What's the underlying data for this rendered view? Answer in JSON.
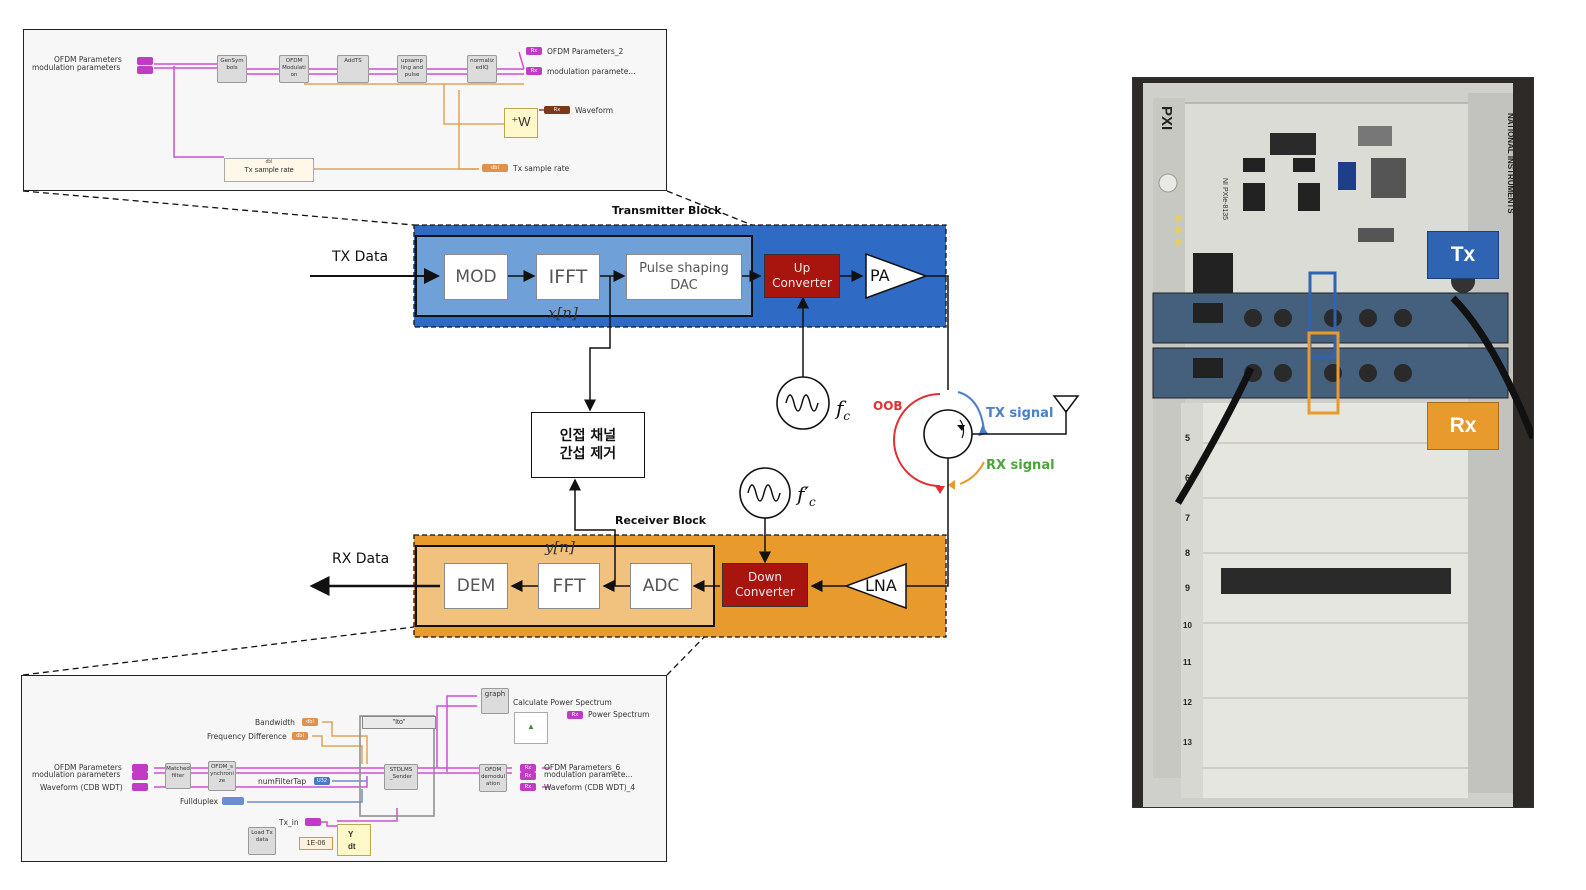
{
  "tx_vi": {
    "inputs": [
      "OFDM Parameters",
      "modulation parameters"
    ],
    "nodes": [
      "GenSym bols",
      "OFDM Modulati on",
      "AddTS",
      "upsamp ling and pulse",
      "normaliz edIQ"
    ],
    "outputs": [
      "OFDM Parameters_2",
      "modulation paramete...",
      "Waveform",
      "Tx sample rate"
    ],
    "sample_rate_control": "Tx sample rate",
    "sample_rate_control_badge": "dbl",
    "terminal_badges": [
      "Rx",
      "Rx",
      "Rx",
      "Rx",
      "dbl"
    ]
  },
  "diagram": {
    "tx_block_title": "Transmitter Block",
    "rx_block_title": "Receiver Block",
    "tx_data": "TX Data",
    "rx_data": "RX Data",
    "mod": "MOD",
    "ifft": "IFFT",
    "pulse_shaping": "Pulse shaping",
    "dac": "DAC",
    "up_converter_1": "Up",
    "up_converter_2": "Converter",
    "pa": "PA",
    "xn": "x[n]",
    "fc": "f",
    "fc_sub": "c",
    "fc_prime": "f′",
    "oob": "OOB",
    "tx_signal": "TX signal",
    "rx_signal": "RX signal",
    "cancel_line1": "인접 채널",
    "cancel_line2": "간섭 제거",
    "yn": "y[n]",
    "dem": "DEM",
    "fft": "FFT",
    "adc": "ADC",
    "down_converter_1": "Down",
    "down_converter_2": "Converter",
    "lna": "LNA"
  },
  "rx_vi": {
    "controls": [
      "Bandwidth",
      "Frequency Difference",
      "numFilterTap",
      "Fullduplex",
      "Tx_in",
      "Load Tx data",
      "1E-06"
    ],
    "inputs": [
      "OFDM Parameters",
      "modulation parameters",
      "Waveform (CDB WDT)"
    ],
    "nodes": [
      "Matched filter",
      "OFDM_s ynchroni ze",
      "STDLMS _Sender",
      "OFDM demodul ation",
      "graph"
    ],
    "case_selector": "\"Ito\"",
    "outputs": [
      "OFDM Parameters_6",
      "modulation paramete...",
      "Waveform (CDB WDT)_4",
      "Calculate Power Spectrum",
      "Power Spectrum"
    ],
    "u32_badge": "U32",
    "bundle_labels": [
      "Y",
      "dt"
    ],
    "terminal_badges": [
      "dbl",
      "dbl",
      "Rx",
      "Rx",
      "Rx",
      "dbl",
      "Rx"
    ]
  },
  "photo": {
    "brand": "PXI",
    "vendor": "NATIONAL INSTRUMENTS",
    "model": "NI PXIe-8135",
    "tx_label": "Tx",
    "rx_label": "Rx",
    "tx_color": "#2f64b3",
    "rx_color": "#e89a2c",
    "slot_numbers": [
      "5",
      "6",
      "7",
      "8",
      "9",
      "10",
      "11",
      "12",
      "13"
    ]
  },
  "colors": {
    "tx_block": "#2f6bc4",
    "tx_inner": "#6fa0d8",
    "rx_block": "#e89a2c",
    "rx_inner": "#f1c27d",
    "converter": "#a8150f",
    "oob": "#e03030",
    "tx_signal": "#4a7fc9",
    "rx_signal": "#4aa63a"
  }
}
